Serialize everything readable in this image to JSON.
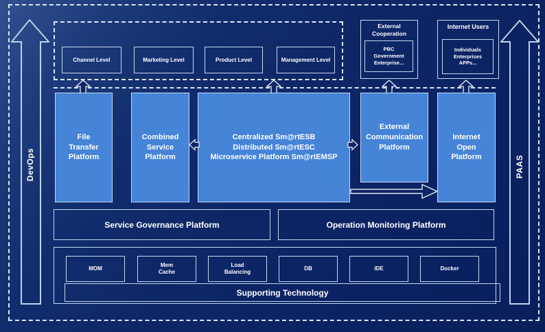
{
  "colors": {
    "background": "#0e2767",
    "box_blue": "#4584d7",
    "border_light": "#c6d9f1",
    "dash_white": "#dde7f5",
    "text": "#ffffff"
  },
  "side_rails": {
    "left_label": "DevOps",
    "right_label": "PAAS"
  },
  "levels_row": {
    "items": [
      "Channel Level",
      "Marketing Level",
      "Product Level",
      "Management Level"
    ]
  },
  "external_cooperation": {
    "title": "External Cooperation",
    "members": "PBC Government Enterprise..."
  },
  "internet_users": {
    "title": "Internet Users",
    "members": "Individuals Enterprises APPs..."
  },
  "platforms": {
    "file_transfer": "File Transfer Platform",
    "combined": "Combined Service Platform",
    "esb_lines": [
      "Centralized Sm@rtESB",
      "Distributed Sm@rtESC",
      "Microservice Platform Sm@rtEMSP"
    ],
    "external_communication": "External Communication Platform",
    "internet_open": "Internet Open Platform"
  },
  "governance": {
    "service": "Service Governance Platform",
    "operation": "Operation Monitoring Platform"
  },
  "supporting": {
    "title": "Supporting Technology",
    "items": [
      "MOM",
      "Mem Cache",
      "Load Balancing",
      "DB",
      "IDE",
      "Docker"
    ]
  }
}
